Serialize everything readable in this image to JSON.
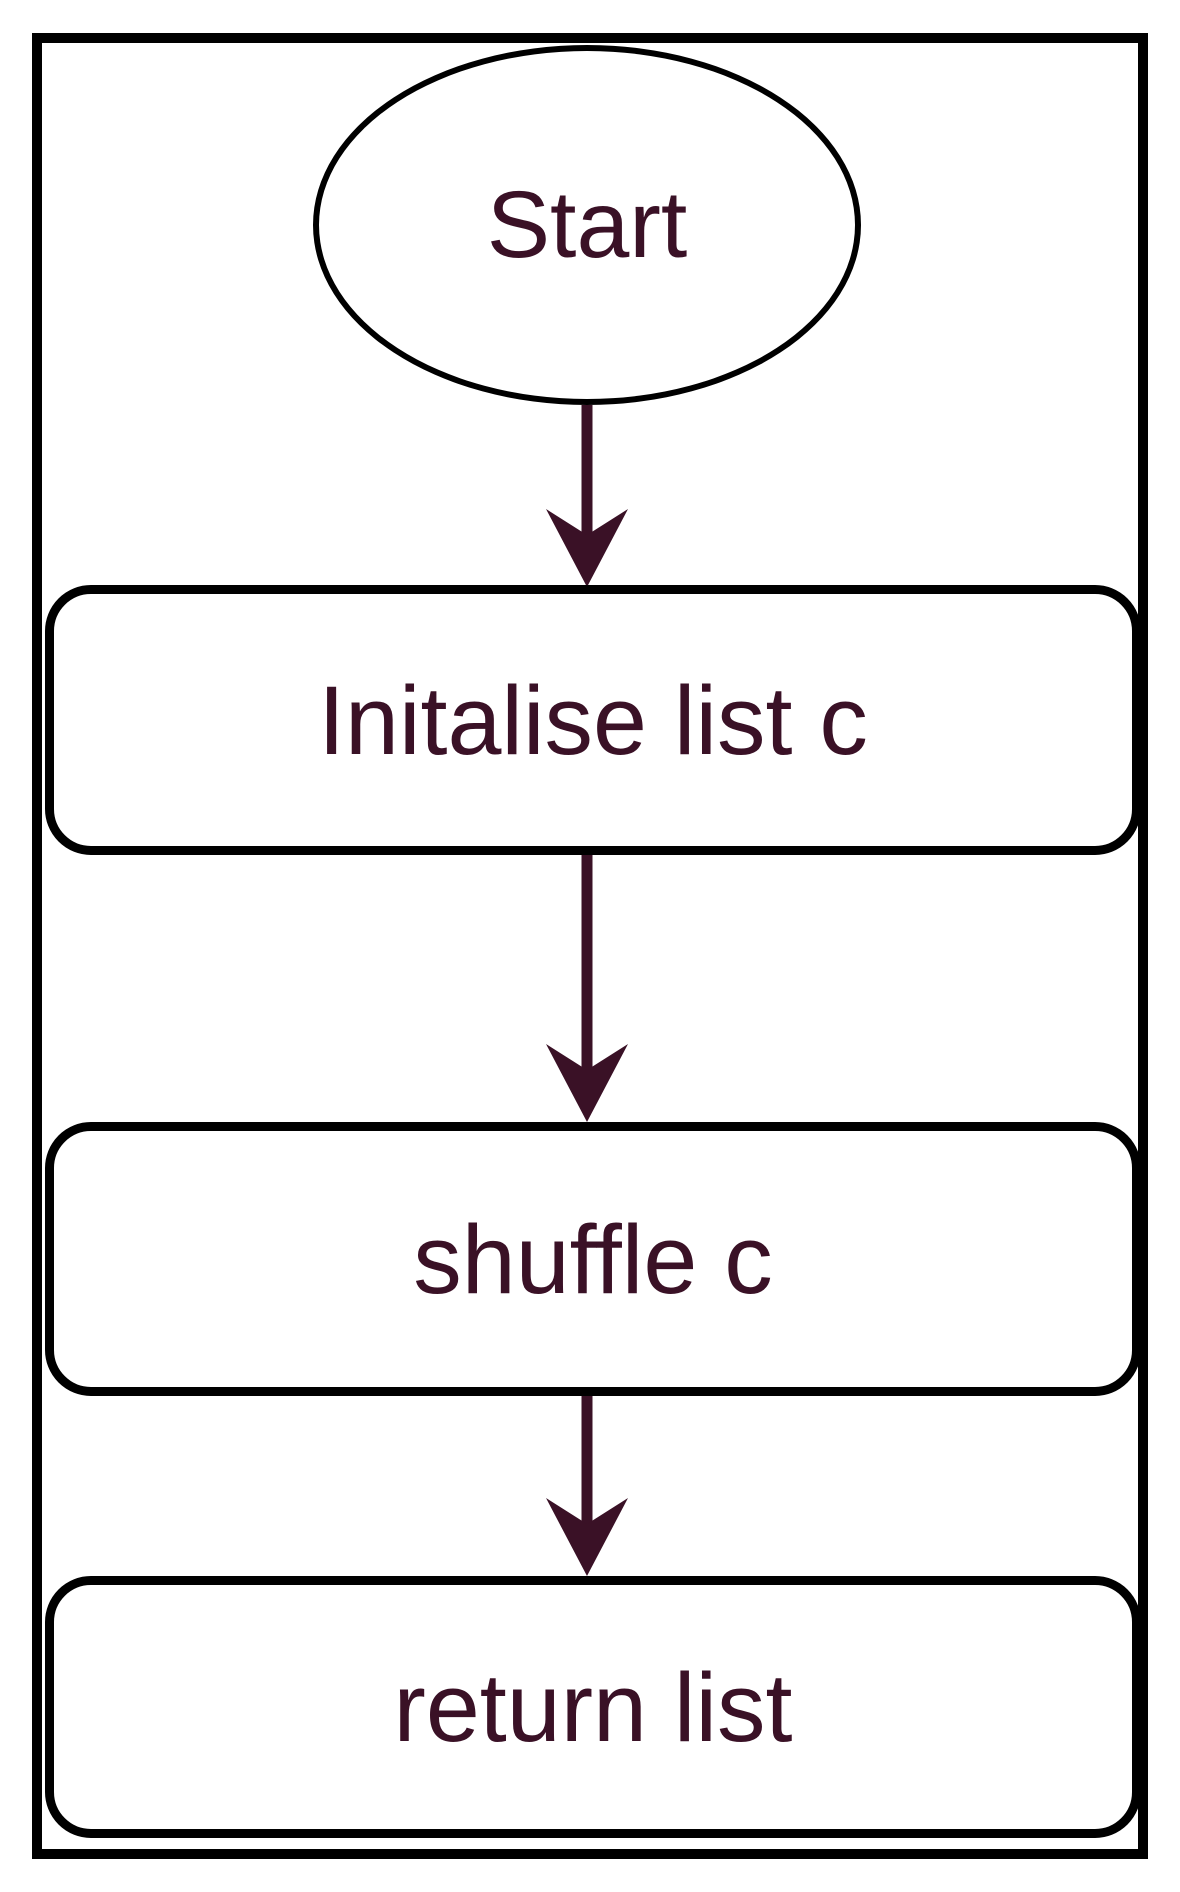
{
  "diagram": {
    "type": "flowchart",
    "nodes": [
      {
        "id": "start",
        "shape": "ellipse",
        "label": "Start"
      },
      {
        "id": "initialise",
        "shape": "rounded-rect",
        "label": "Initalise list c"
      },
      {
        "id": "shuffle",
        "shape": "rounded-rect",
        "label": "shuffle c"
      },
      {
        "id": "return",
        "shape": "rounded-rect",
        "label": "return list"
      }
    ],
    "edges": [
      {
        "from": "start",
        "to": "initialise"
      },
      {
        "from": "initialise",
        "to": "shuffle"
      },
      {
        "from": "shuffle",
        "to": "return"
      }
    ],
    "colors": {
      "text": "#3a1126",
      "arrow": "#3a1126",
      "border": "#000000",
      "background": "#ffffff"
    }
  }
}
